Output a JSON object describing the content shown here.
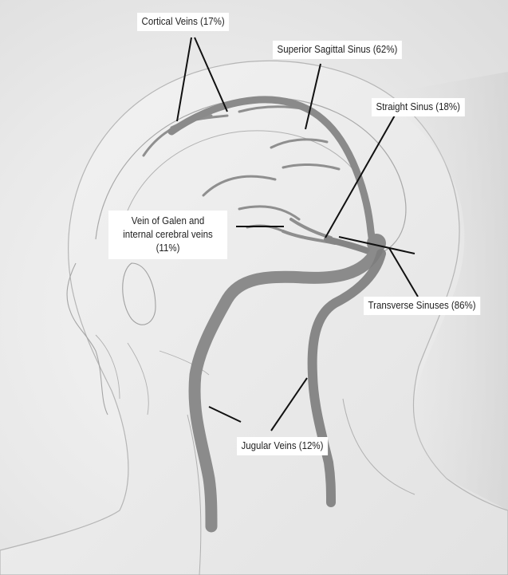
{
  "labels": {
    "cortical_veins": "Cortical Veins (17%)",
    "superior_sagittal_sinus": "Superior Sagittal Sinus (62%)",
    "straight_sinus": "Straight Sinus (18%)",
    "vein_of_galen": {
      "line1": "Vein of Galen and",
      "line2": "internal cerebral veins",
      "line3": "(11%)"
    },
    "transverse_sinuses": "Transverse Sinuses (86%)",
    "jugular_veins": "Jugular Veins (12%)"
  },
  "colors": {
    "background": "#e9e9e9",
    "vessel": "#8c8c8c",
    "vessel_dark": "#6f6f6f",
    "outline": "#9a9a9a",
    "leader": "#111111"
  }
}
